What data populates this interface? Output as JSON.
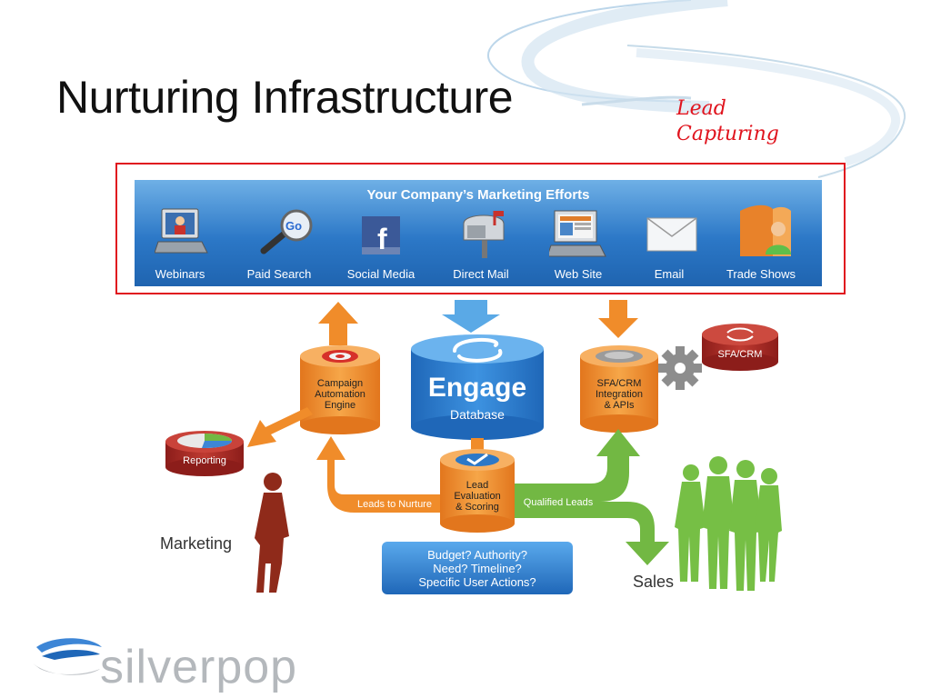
{
  "slide": {
    "title": "Nurturing Infrastructure",
    "callout_line1": "Lead",
    "callout_line2": "Capturing"
  },
  "banner": {
    "title": "Your Company’s Marketing Efforts",
    "channels": [
      {
        "label": "Webinars",
        "icon": "laptop-webinar-icon"
      },
      {
        "label": "Paid Search",
        "icon": "magnifier-google-icon"
      },
      {
        "label": "Social Media",
        "icon": "facebook-icon"
      },
      {
        "label": "Direct Mail",
        "icon": "mailbox-icon"
      },
      {
        "label": "Web Site",
        "icon": "monitor-website-icon"
      },
      {
        "label": "Email",
        "icon": "envelope-icon"
      },
      {
        "label": "Trade Shows",
        "icon": "trade-show-booth-icon"
      }
    ]
  },
  "nodes": {
    "campaign_line1": "Campaign",
    "campaign_line2": "Automation",
    "campaign_line3": "Engine",
    "engage_title": "Engage",
    "engage_sub": "Database",
    "sfa_line1": "SFA/CRM",
    "sfa_line2": "Integration",
    "sfa_line3": "& APIs",
    "sfacrm": "SFA/CRM",
    "reporting": "Reporting",
    "lead_line1": "Lead",
    "lead_line2": "Evaluation",
    "lead_line3": "& Scoring",
    "leads_to_nurture": "Leads to Nurture",
    "qualified_leads": "Qualified Leads",
    "questions_line1": "Budget? Authority?",
    "questions_line2": "Need? Timeline?",
    "questions_line3": "Specific User Actions?"
  },
  "people": {
    "marketing": "Marketing",
    "sales": "Sales"
  },
  "logo": {
    "wordmark": "silverpop"
  },
  "colors": {
    "accent_red": "#e0141e",
    "orange": "#f08c2a",
    "blue": "#2e7fd0",
    "green": "#72b843",
    "dark_red": "#9e2420"
  }
}
